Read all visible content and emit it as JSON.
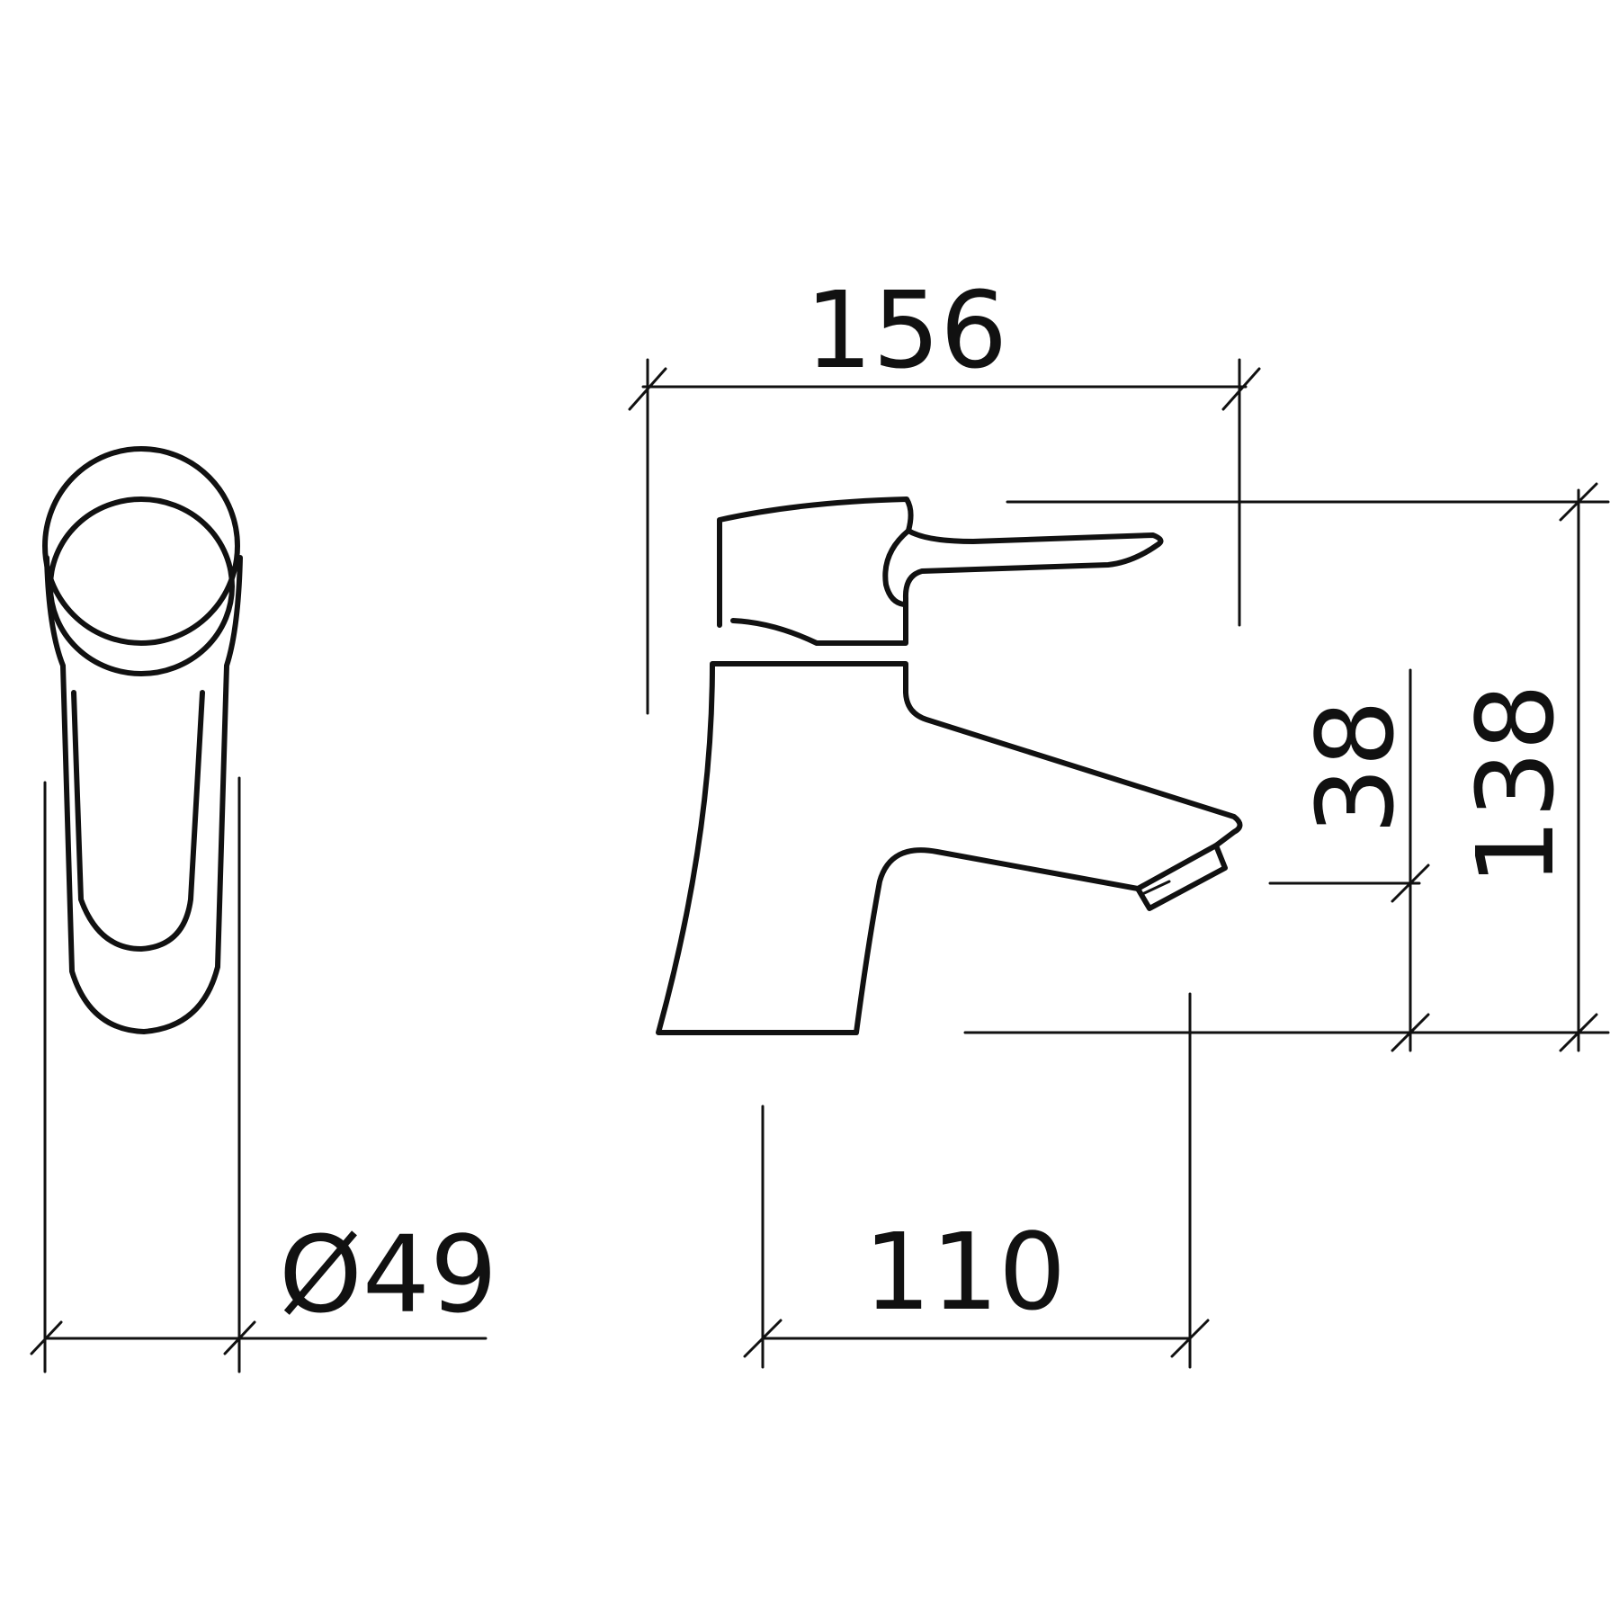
{
  "dimensions": {
    "overall_length": "156",
    "spout_projection": "110",
    "base_diameter": "Ø49",
    "spout_height": "38",
    "overall_height": "138"
  },
  "colors": {
    "line": "#111111",
    "background": "#ffffff"
  }
}
